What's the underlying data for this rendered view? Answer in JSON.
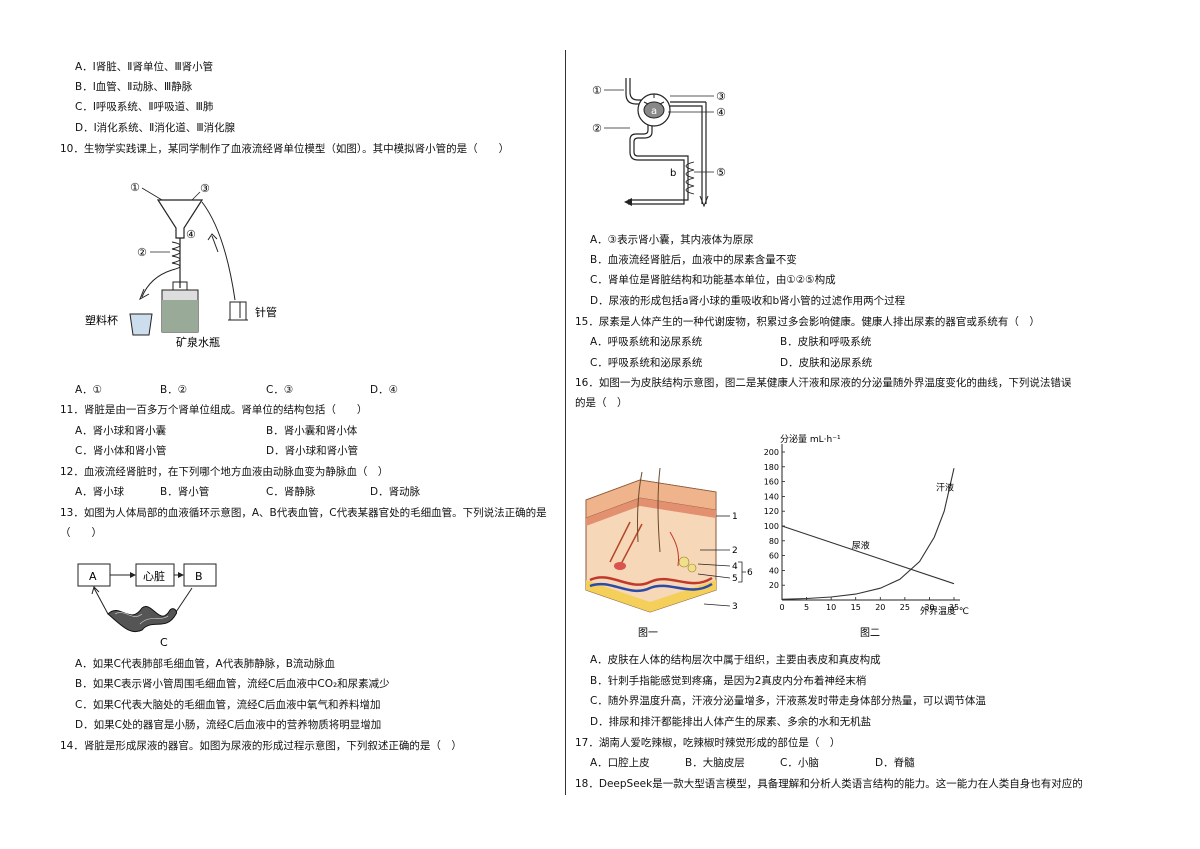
{
  "q9": {
    "options": [
      "A．Ⅰ肾脏、Ⅱ肾单位、Ⅲ肾小管",
      "B．Ⅰ血管、Ⅱ动脉、Ⅲ静脉",
      "C．Ⅰ呼吸系统、Ⅱ呼吸道、Ⅲ肺",
      "D．Ⅰ消化系统、Ⅱ消化道、Ⅲ消化腺"
    ]
  },
  "q10": {
    "stem": "10．生物学实践课上，某同学制作了血液流经肾单位模型（如图）。其中模拟肾小管的是（　　）",
    "fig": {
      "n1": "①",
      "n2": "②",
      "n3": "③",
      "n4": "④",
      "needle": "针管",
      "cup": "塑料杯",
      "bottle": "矿泉水瓶"
    },
    "options": [
      "A．①",
      "B．②",
      "C．③",
      "D．④"
    ]
  },
  "q11": {
    "stem": "11．肾脏是由一百多万个肾单位组成。肾单位的结构包括（　　）",
    "options": [
      "A．肾小球和肾小囊",
      "B．肾小囊和肾小体",
      "C．肾小体和肾小管",
      "D．肾小球和肾小管"
    ]
  },
  "q12": {
    "stem": "12．血液流经肾脏时，在下列哪个地方血液由动脉血变为静脉血（　）",
    "options": [
      "A．肾小球",
      "B．肾小管",
      "C．肾静脉",
      "D．肾动脉"
    ]
  },
  "q13": {
    "stem1": "13．如图为人体局部的血液循环示意图，A、B代表血管，C代表某器官处的毛细血管。下列说法正确的是",
    "stem2": "（　　）",
    "fig": {
      "a": "A",
      "heart": "心脏",
      "b": "B",
      "c": "C"
    },
    "options": [
      "A．如果C代表肺部毛细血管，A代表肺静脉，B流动脉血",
      "B．如果C表示肾小管周围毛细血管，流经C后血液中CO₂和尿素减少",
      "C．如果C代表大脑处的毛细血管，流经C后血液中氧气和养料增加",
      "D．如果C处的器官是小肠，流经C后血液中的营养物质将明显增加"
    ]
  },
  "q14": {
    "stem": "14．肾脏是形成尿液的器官。如图为尿液的形成过程示意图，下列叙述正确的是（　）",
    "fig": {
      "n1": "①",
      "n2": "②",
      "n3": "③",
      "n4": "④",
      "n5": "⑤",
      "a": "a",
      "b": "b"
    },
    "options": [
      "A．③表示肾小囊，其内液体为原尿",
      "B．血液流经肾脏后，血液中的尿素含量不变",
      "C．肾单位是肾脏结构和功能基本单位，由①②⑤构成",
      "D．尿液的形成包括a肾小球的重吸收和b肾小管的过滤作用两个过程"
    ]
  },
  "q15": {
    "stem": "15．尿素是人体产生的一种代谢废物，积累过多会影响健康。健康人排出尿素的器官或系统有（　）",
    "options": [
      "A．呼吸系统和泌尿系统",
      "B．皮肤和呼吸系统",
      "C．呼吸系统和泌尿系统",
      "D．皮肤和泌尿系统"
    ]
  },
  "q16": {
    "stem1": "16．如图一为皮肤结构示意图，图二是某健康人汗液和尿液的分泌量随外界温度变化的曲线，下列说法错误",
    "stem2": "的是（　）",
    "fig1": {
      "caption": "图一",
      "l1": "1",
      "l2": "2",
      "l3": "3",
      "l4": "4",
      "l5": "5",
      "l6": "6"
    },
    "options": [
      "A．皮肤在人体的结构层次中属于组织，主要由表皮和真皮构成",
      "B．针刺手指能感觉到疼痛，是因为2真皮内分布着神经末梢",
      "C．随外界温度升高，汗液分泌量增多，汗液蒸发时带走身体部分热量，可以调节体温",
      "D．排尿和排汗都能排出人体产生的尿素、多余的水和无机盐"
    ]
  },
  "q17": {
    "stem": "17．湖南人爱吃辣椒，吃辣椒时辣觉形成的部位是（　）",
    "options": [
      "A．口腔上皮",
      "B．大脑皮层",
      "C．小脑",
      "D．脊髓"
    ]
  },
  "q18": {
    "stem": "18．DeepSeek是一款大型语言模型，具备理解和分析人类语言结构的能力。这一能力在人类自身也有对应的"
  },
  "chart_data": {
    "type": "line",
    "title": "",
    "caption": "图二",
    "ylabel": "分泌量 mL·h⁻¹",
    "xlabel": "外界温度 ℃",
    "xlim": [
      0,
      35
    ],
    "ylim": [
      0,
      200
    ],
    "x_ticks": [
      0,
      5,
      10,
      15,
      20,
      25,
      30,
      35
    ],
    "y_ticks": [
      20,
      40,
      60,
      80,
      100,
      120,
      140,
      160,
      180,
      200
    ],
    "series": [
      {
        "name": "汗液",
        "x": [
          0,
          5,
          10,
          15,
          20,
          24,
          28,
          31,
          33,
          35
        ],
        "y": [
          1,
          2,
          4,
          8,
          16,
          28,
          52,
          85,
          120,
          178
        ]
      },
      {
        "name": "尿液",
        "x": [
          0,
          35
        ],
        "y": [
          100,
          22
        ]
      }
    ],
    "colors": {
      "axis": "#222222",
      "line": "#333333"
    }
  }
}
